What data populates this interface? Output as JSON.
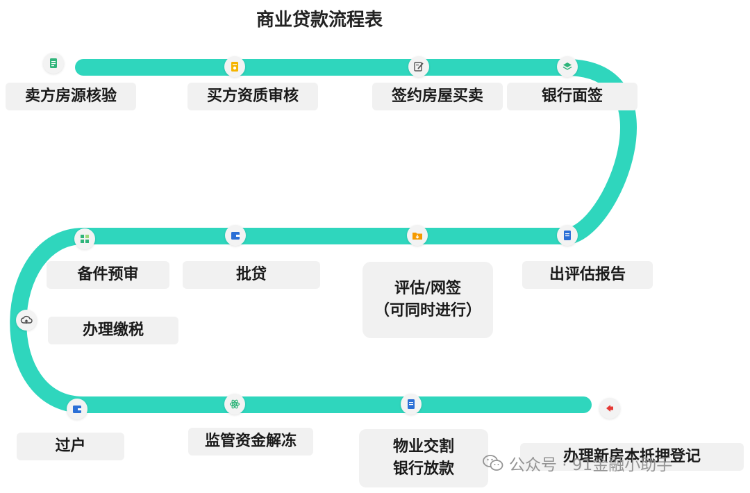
{
  "title": "商业贷款流程表",
  "steps": [
    {
      "id": "s1",
      "label": "卖方房源核验",
      "icon": "document-icon",
      "color": "#2fb47a"
    },
    {
      "id": "s2",
      "label": "买方资质审核",
      "icon": "certificate-icon",
      "color": "#f5b400"
    },
    {
      "id": "s3",
      "label": "签约房屋买卖",
      "icon": "contract-sign-icon",
      "color": "#555555"
    },
    {
      "id": "s4",
      "label": "银行面签",
      "icon": "layers-icon",
      "color": "#2fb47a"
    },
    {
      "id": "s5",
      "label": "出评估报告",
      "icon": "report-icon",
      "color": "#2b6fd6"
    },
    {
      "id": "s6",
      "label": "评估/网签\n（可同时进行）",
      "icon": "folder-download-icon",
      "color": "#f59a00"
    },
    {
      "id": "s7",
      "label": "批贷",
      "icon": "wallet-icon",
      "color": "#2b6fd6"
    },
    {
      "id": "s8",
      "label": "备件预审",
      "icon": "apps-grid-icon",
      "color": "#2fb47a"
    },
    {
      "id": "s9",
      "label": "办理缴税",
      "icon": "cloud-upload-icon",
      "color": "#444444"
    },
    {
      "id": "s10",
      "label": "过户",
      "icon": "wallet-icon",
      "color": "#2b6fd6"
    },
    {
      "id": "s11",
      "label": "监管资金解冻",
      "icon": "atom-icon",
      "color": "#2fb47a"
    },
    {
      "id": "s12",
      "label": "物业交割\n银行放款",
      "icon": "report-icon",
      "color": "#2b6fd6"
    },
    {
      "id": "s13",
      "label": "办理新房本抵押登记",
      "icon": "flag-icon",
      "color": "#e53935"
    }
  ],
  "track_color": "#2fd6bd",
  "watermark": "公众号 · 91金融小助手"
}
